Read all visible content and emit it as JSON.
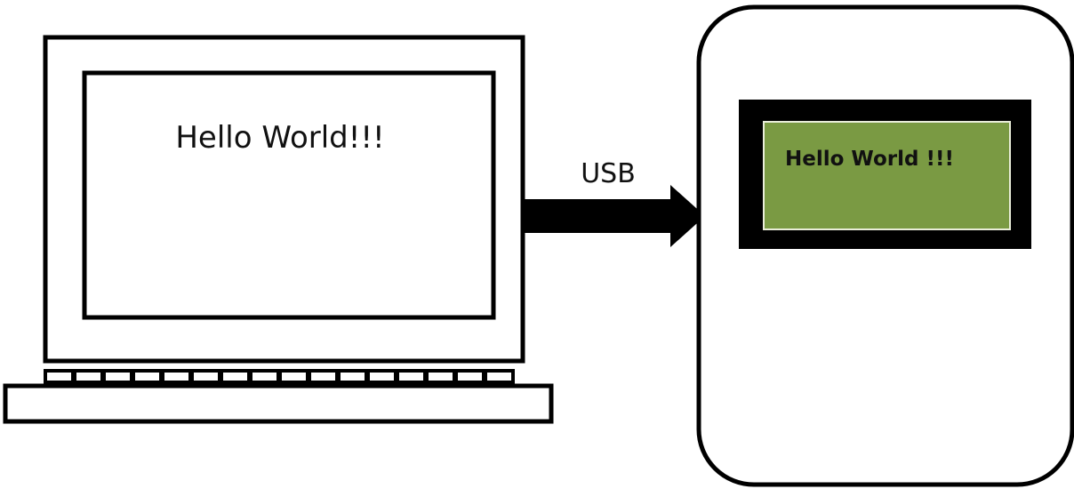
{
  "laptop": {
    "screen_text": "Hello World!!!"
  },
  "connection": {
    "label": "USB"
  },
  "device": {
    "lcd_text": "Hello World !!!"
  },
  "colors": {
    "outline": "#000000",
    "lcd_background": "#7a9a43",
    "lcd_border": "#e9edd9",
    "background": "#ffffff"
  }
}
